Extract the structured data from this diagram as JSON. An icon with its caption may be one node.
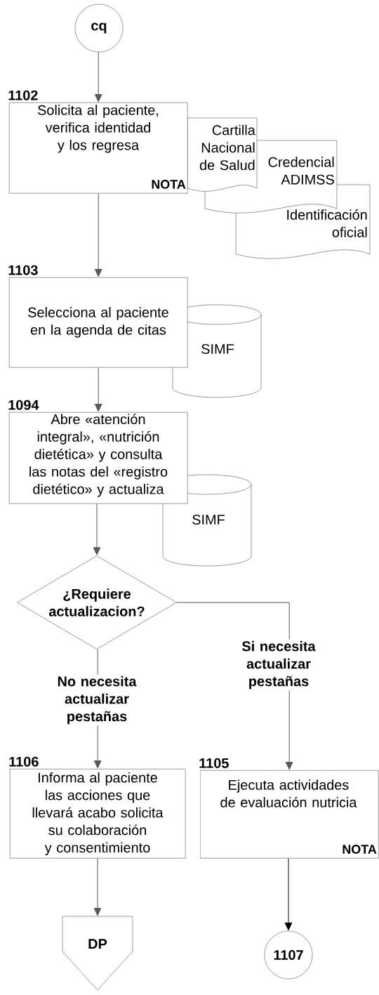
{
  "diagram": {
    "nodes": [
      {
        "text": [
          "cq"
        ]
      },
      {
        "text": [
          "1102",
          "Solicita al paciente, verifica identidad y los regresa",
          "NOTA"
        ]
      },
      {
        "text": [
          "Cartilla Nacional de Salud"
        ]
      },
      {
        "text": [
          "Credencial ADIMSS"
        ]
      },
      {
        "text": [
          "Identificación oficial"
        ]
      },
      {
        "text": [
          "1103",
          "Selecciona al paciente en la agenda de citas"
        ]
      },
      {
        "text": [
          "SIMF"
        ]
      },
      {
        "text": [
          "1094",
          "Abre «atención integral», «nutrición dietética» y consulta las notas del «registro dietético» y actualiza"
        ]
      },
      {
        "text": [
          "SIMF"
        ]
      },
      {
        "text": [
          "¿Requiere actualizacion?"
        ]
      },
      {
        "text": [
          "1106",
          "Informa al paciente las acciones que llevará acabo solicita su colaboración y consentimiento"
        ]
      },
      {
        "text": [
          "1105",
          "Ejecuta actividades de evaluación nutricia",
          "NOTA"
        ]
      },
      {
        "text": [
          "DP"
        ]
      },
      {
        "text": [
          "1107"
        ]
      }
    ],
    "edges": [
      {
        "from": 0,
        "to": 1,
        "arrow": "to"
      },
      {
        "from": 1,
        "to": 5,
        "arrow": "to"
      },
      {
        "from": 5,
        "to": 7,
        "arrow": "to"
      },
      {
        "from": 7,
        "to": 9,
        "arrow": "to"
      },
      {
        "from": 9,
        "to": 10,
        "arrow": "to",
        "label": "No necesita actualizar pestañas"
      },
      {
        "from": 9,
        "to": 11,
        "arrow": "to",
        "label": "Si necesita actualizar pestañas"
      },
      {
        "from": 10,
        "to": 12,
        "arrow": "to"
      },
      {
        "from": 11,
        "to": 13,
        "arrow": "to",
        "color": "#000000"
      }
    ]
  }
}
